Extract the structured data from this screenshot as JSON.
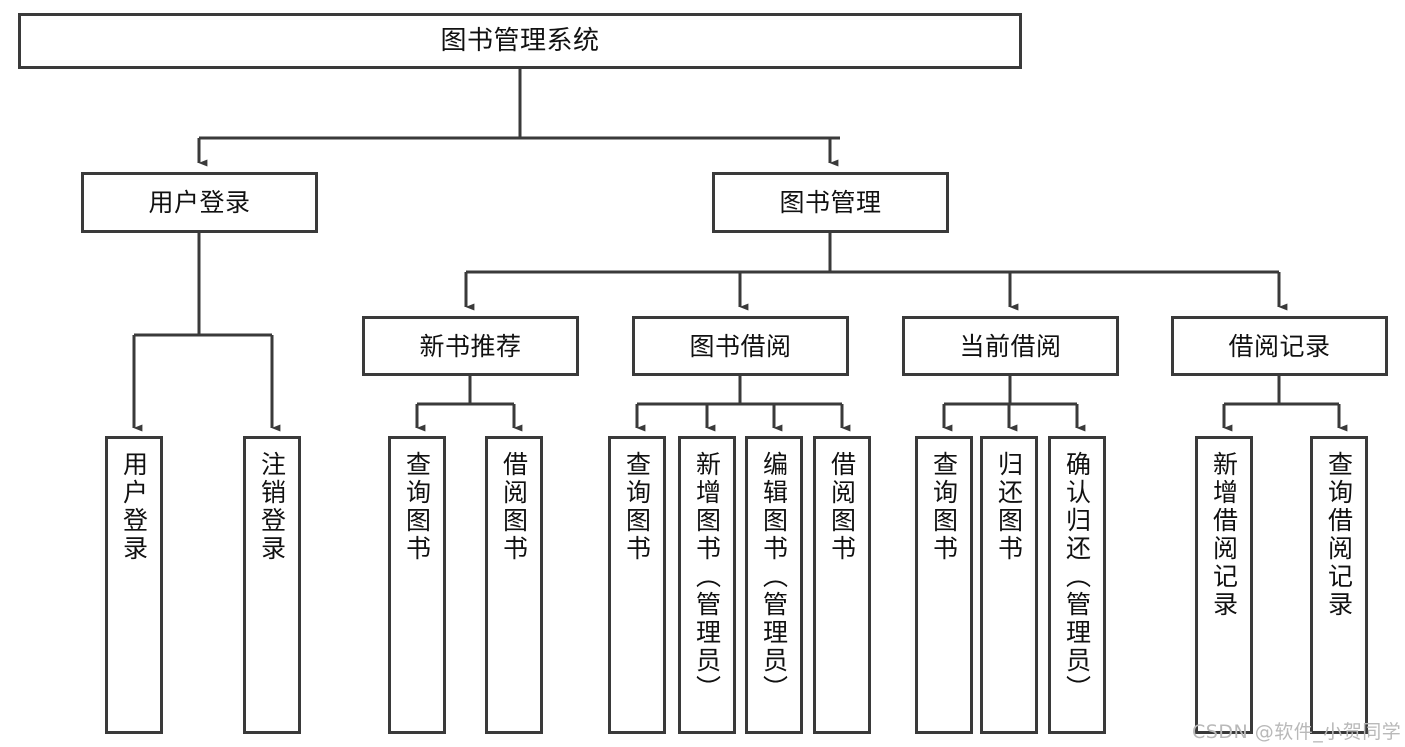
{
  "diagram": {
    "type": "tree",
    "title": "图书管理系统",
    "orientation": "top-down",
    "colors": {
      "box_border": "#3a3a3a",
      "box_fill": "#ffffff",
      "connector": "#3a3a3a",
      "text": "#111111",
      "watermark": "#b9b9b9",
      "background": "#ffffff"
    }
  },
  "root": {
    "label": "图书管理系统"
  },
  "level2": {
    "user_login": {
      "label": "用户登录"
    },
    "book_manage": {
      "label": "图书管理"
    }
  },
  "level3": {
    "new_book_rec": {
      "label": "新书推荐"
    },
    "book_borrow": {
      "label": "图书借阅"
    },
    "current_borrow": {
      "label": "当前借阅"
    },
    "borrow_record": {
      "label": "借阅记录"
    }
  },
  "leaves": {
    "user_login": [
      {
        "label": "用户登录"
      },
      {
        "label": "注销登录"
      }
    ],
    "new_book_rec": [
      {
        "label": "查询图书"
      },
      {
        "label": "借阅图书"
      }
    ],
    "book_borrow": [
      {
        "label": "查询图书"
      },
      {
        "label": "新增图书（管理员）"
      },
      {
        "label": "编辑图书（管理员）"
      },
      {
        "label": "借阅图书"
      }
    ],
    "current_borrow": [
      {
        "label": "查询图书"
      },
      {
        "label": "归还图书"
      },
      {
        "label": "确认归还（管理员）"
      }
    ],
    "borrow_record": [
      {
        "label": "新增借阅记录"
      },
      {
        "label": "查询借阅记录"
      }
    ]
  },
  "watermark": {
    "text": "CSDN @软件_小贺同学"
  }
}
